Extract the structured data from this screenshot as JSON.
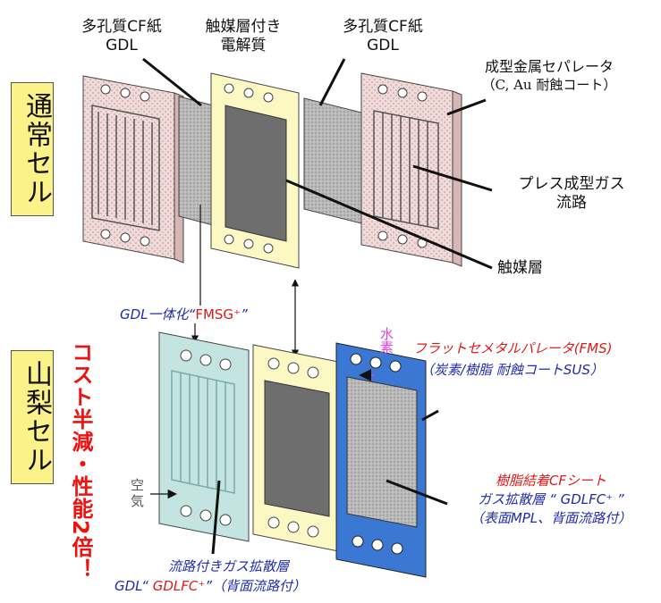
{
  "top": {
    "cell_label": "通常セル",
    "gdl_left": {
      "line1": "多孔質CF紙",
      "line2": "GDL"
    },
    "electrolyte": {
      "line1": "触媒層付き",
      "line2": "電解質"
    },
    "gdl_right": {
      "line1": "多孔質CF紙",
      "line2": "GDL"
    },
    "separator": {
      "line1": "成型金属セパレータ",
      "line2": "（C, Au 耐蝕コート）"
    },
    "press_channel": {
      "line1": "プレス成型ガス",
      "line2": "流路"
    },
    "catalyst_layer": "触媒層"
  },
  "middle": {
    "fmsg_prefix": "GDL一体化“",
    "fmsg_name": "FMSG⁺",
    "fmsg_suffix": "”"
  },
  "bottom": {
    "cell_label": "山梨セル",
    "cost_text": "コスト半減・性能2倍！",
    "fms": {
      "line1": "フラットセメタルパレータ(FMS)",
      "line2": "（炭素/樹脂 耐蝕コートSUS）"
    },
    "hydrogen": "水素",
    "resin_sheet": {
      "line1": "樹脂結着CFシート",
      "line2": "ガス拡散層 “ GDLFC⁺ ”",
      "line3": "（表面MPL、背面流路付）"
    },
    "air": {
      "line1": "空",
      "line2": "気"
    },
    "channel_gdl": {
      "line1": "流路付きガス拡散層",
      "line2_prefix": "GDL“ ",
      "line2_name": "GDLFC⁺",
      "line2_suffix": "”（背面流路付）"
    }
  },
  "colors": {
    "label_box": "#fbf28a",
    "separator_pink": "#f0dada",
    "electrolyte_frame": "#fcf8c4",
    "catalyst_gray": "#6e6e6e",
    "gdl_gray": "#b4b4b4",
    "fmsg_teal": "#c4e4e2",
    "fms_blue": "#3a78d4",
    "accent_red": "#e01818",
    "accent_blue": "#1f2bb0",
    "hydrogen_magenta": "#e040e0"
  }
}
